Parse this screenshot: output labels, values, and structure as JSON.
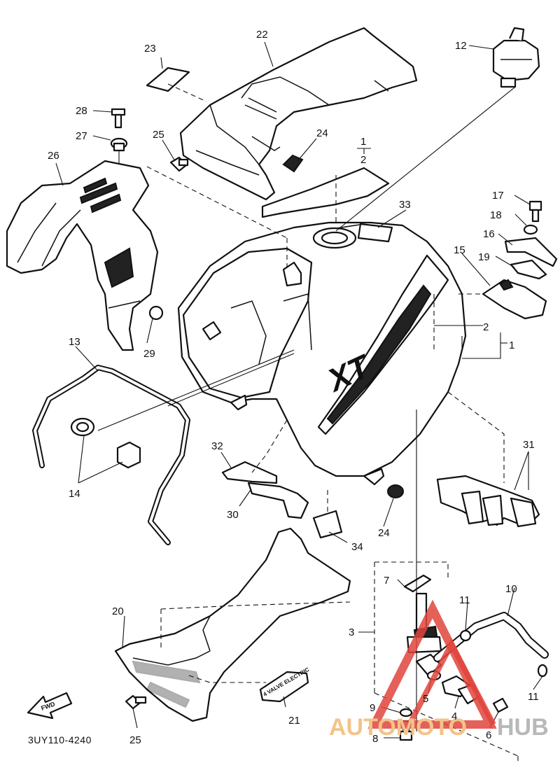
{
  "diagram": {
    "drawing_code": "3UY110-4240",
    "fwd_label": "FWD",
    "emblem_text": "4 VALVE ELECTRIC",
    "tank_decal_text": "XT",
    "watermark": {
      "part1": "AUTOMOTO",
      "part2": "HUB",
      "accent_color": "#e0443c"
    },
    "callouts": {
      "c1": "1",
      "c2": "2",
      "c3": "3",
      "c4": "4",
      "c5": "5",
      "c6": "6",
      "c7": "7",
      "c8": "8",
      "c9": "9",
      "c10": "10",
      "c11": "11",
      "c12": "12",
      "c13": "13",
      "c14": "14",
      "c15": "15",
      "c16": "16",
      "c17": "17",
      "c18": "18",
      "c19": "19",
      "c20": "20",
      "c21": "21",
      "c22": "22",
      "c23": "23",
      "c24": "24",
      "c25": "25",
      "c26": "26",
      "c27": "27",
      "c28": "28",
      "c29": "29",
      "c30": "30",
      "c31": "31",
      "c32": "32",
      "c33": "33",
      "c34": "34"
    }
  }
}
